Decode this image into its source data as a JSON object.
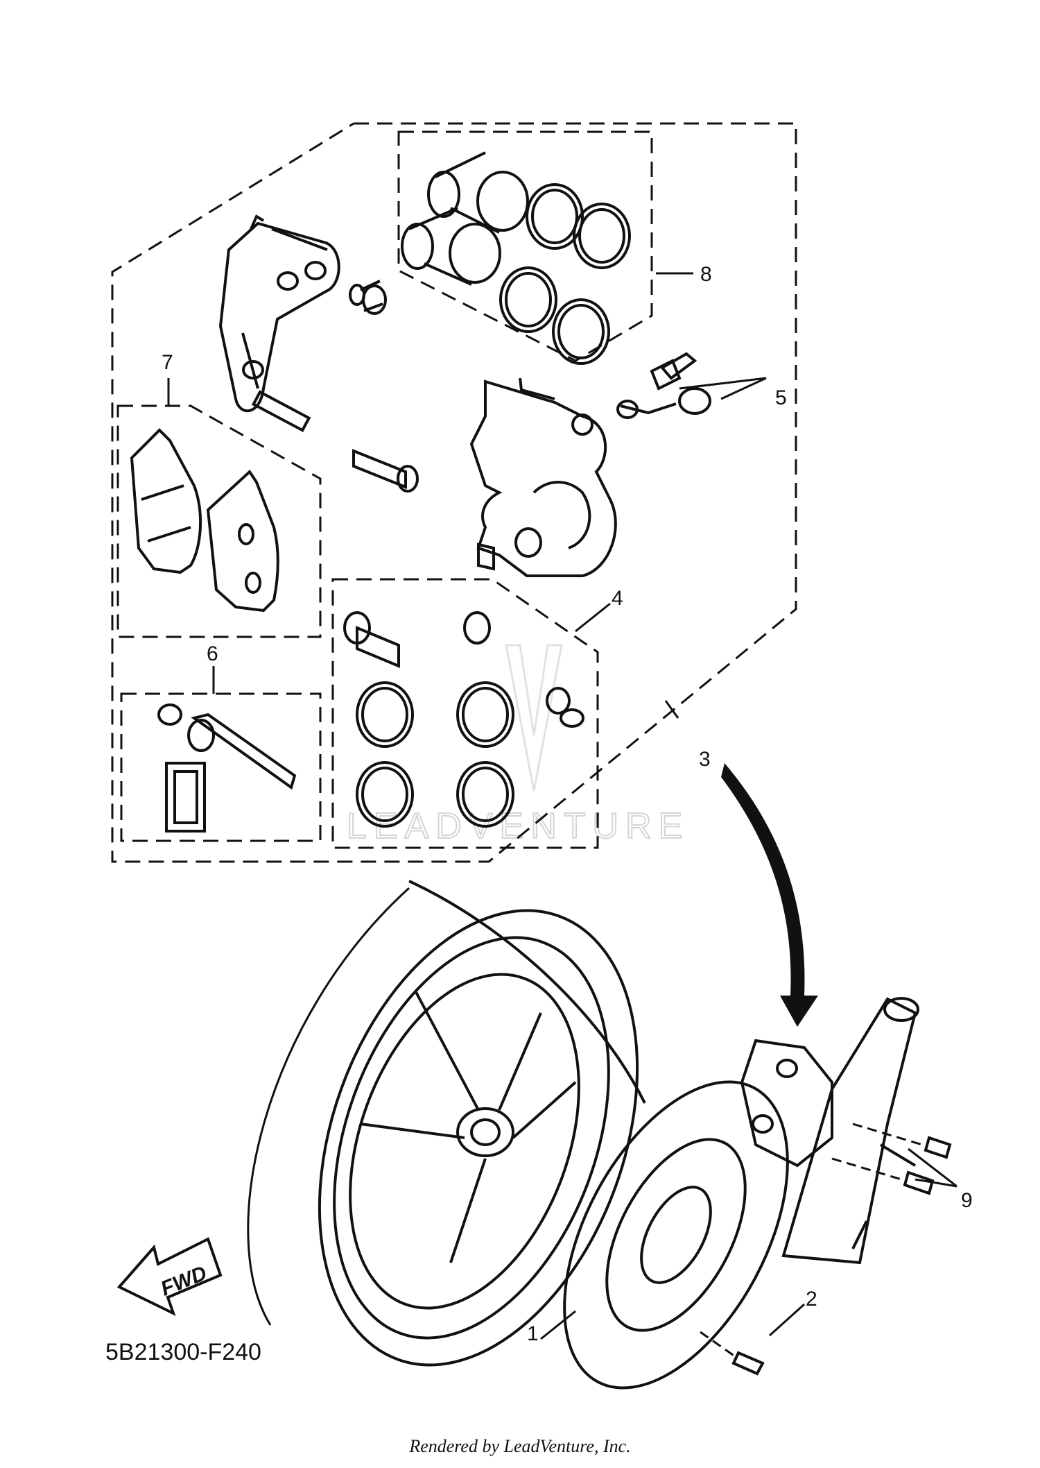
{
  "callouts": [
    {
      "id": "1",
      "label": "1"
    },
    {
      "id": "2",
      "label": "2"
    },
    {
      "id": "3",
      "label": "3"
    },
    {
      "id": "4",
      "label": "4"
    },
    {
      "id": "5",
      "label": "5"
    },
    {
      "id": "6",
      "label": "6"
    },
    {
      "id": "7",
      "label": "7"
    },
    {
      "id": "8",
      "label": "8"
    },
    {
      "id": "9",
      "label": "9"
    }
  ],
  "fwd_label": "FWD",
  "diagram_code": "5B21300-F240",
  "watermark": "LEADVENTURE",
  "footer_credit": "Rendered by LeadVenture, Inc."
}
